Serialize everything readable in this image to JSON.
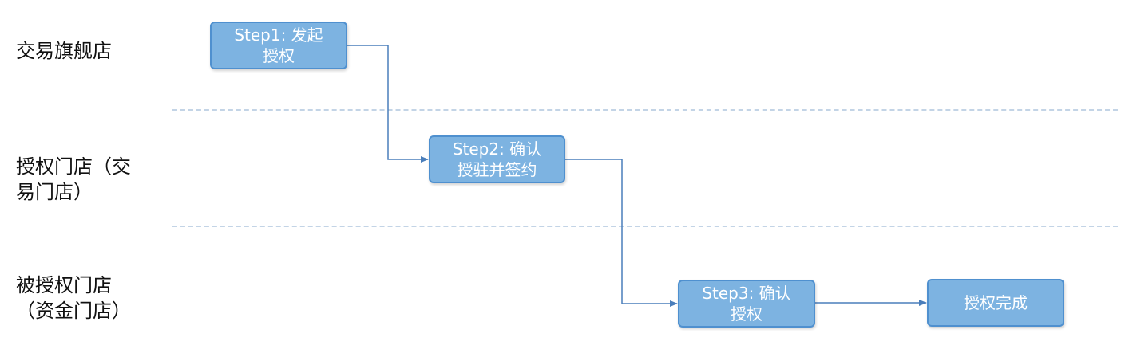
{
  "lanes": [
    {
      "label": "交易旗舰店"
    },
    {
      "label": "授权门店（交\n易门店）"
    },
    {
      "label": "被授权门店\n（资金门店）"
    }
  ],
  "steps": [
    {
      "label": "Step1: 发起\n授权"
    },
    {
      "label": "Step2: 确认\n授驻并签约"
    },
    {
      "label": "Step3: 确认\n授权"
    },
    {
      "label": "授权完成"
    }
  ],
  "colors": {
    "node_fill": "#7db3e1",
    "node_border": "#4f90cf",
    "connector": "#4a7ebb",
    "divider": "#c3d4e6"
  }
}
